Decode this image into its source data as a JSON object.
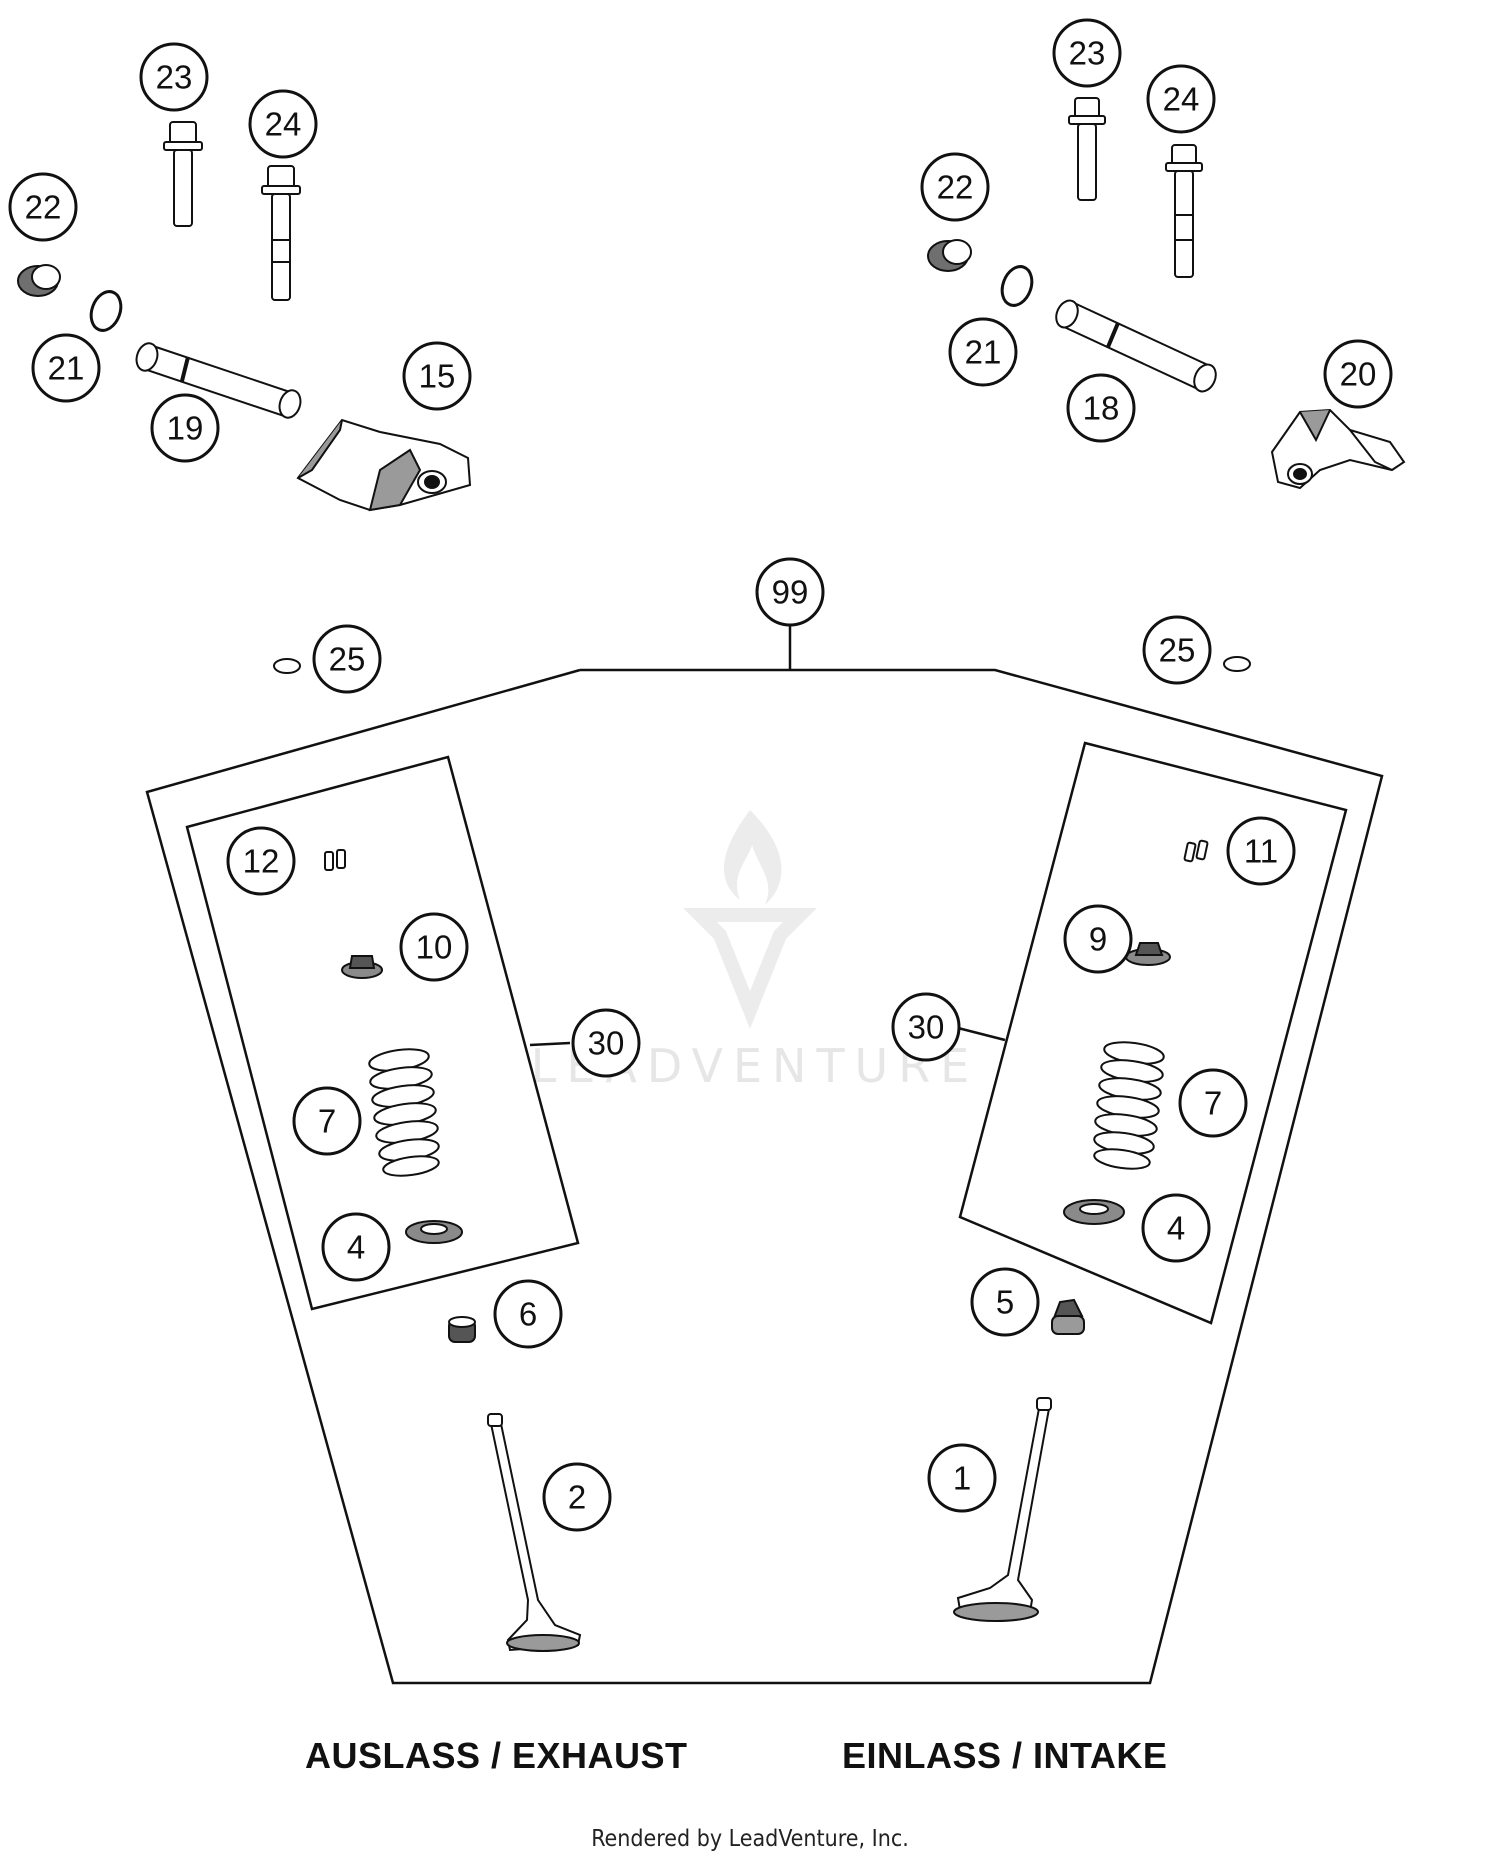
{
  "callouts": {
    "p23_left": "23",
    "p24_left": "24",
    "p22_left": "22",
    "p21_left": "21",
    "p19": "19",
    "p15": "15",
    "p23_right": "23",
    "p24_right": "24",
    "p22_right": "22",
    "p21_right": "21",
    "p18": "18",
    "p20": "20",
    "p99": "99",
    "p25_left": "25",
    "p25_right": "25",
    "p12": "12",
    "p10": "10",
    "p30_left": "30",
    "p7_left": "7",
    "p4_left": "4",
    "p6": "6",
    "p2": "2",
    "p11": "11",
    "p9": "9",
    "p30_right": "30",
    "p7_right": "7",
    "p4_right": "4",
    "p5": "5",
    "p1": "1"
  },
  "captions": {
    "exhaust": "AUSLASS / EXHAUST",
    "intake": "EINLASS / INTAKE"
  },
  "footer": "Rendered by LeadVenture, Inc.",
  "watermark": "LEADVENTURE",
  "colors": {
    "line": "#111111",
    "part_fill": "#ffffff",
    "part_shade": "#8a8a8a",
    "watermark": "#e6e6e6"
  }
}
